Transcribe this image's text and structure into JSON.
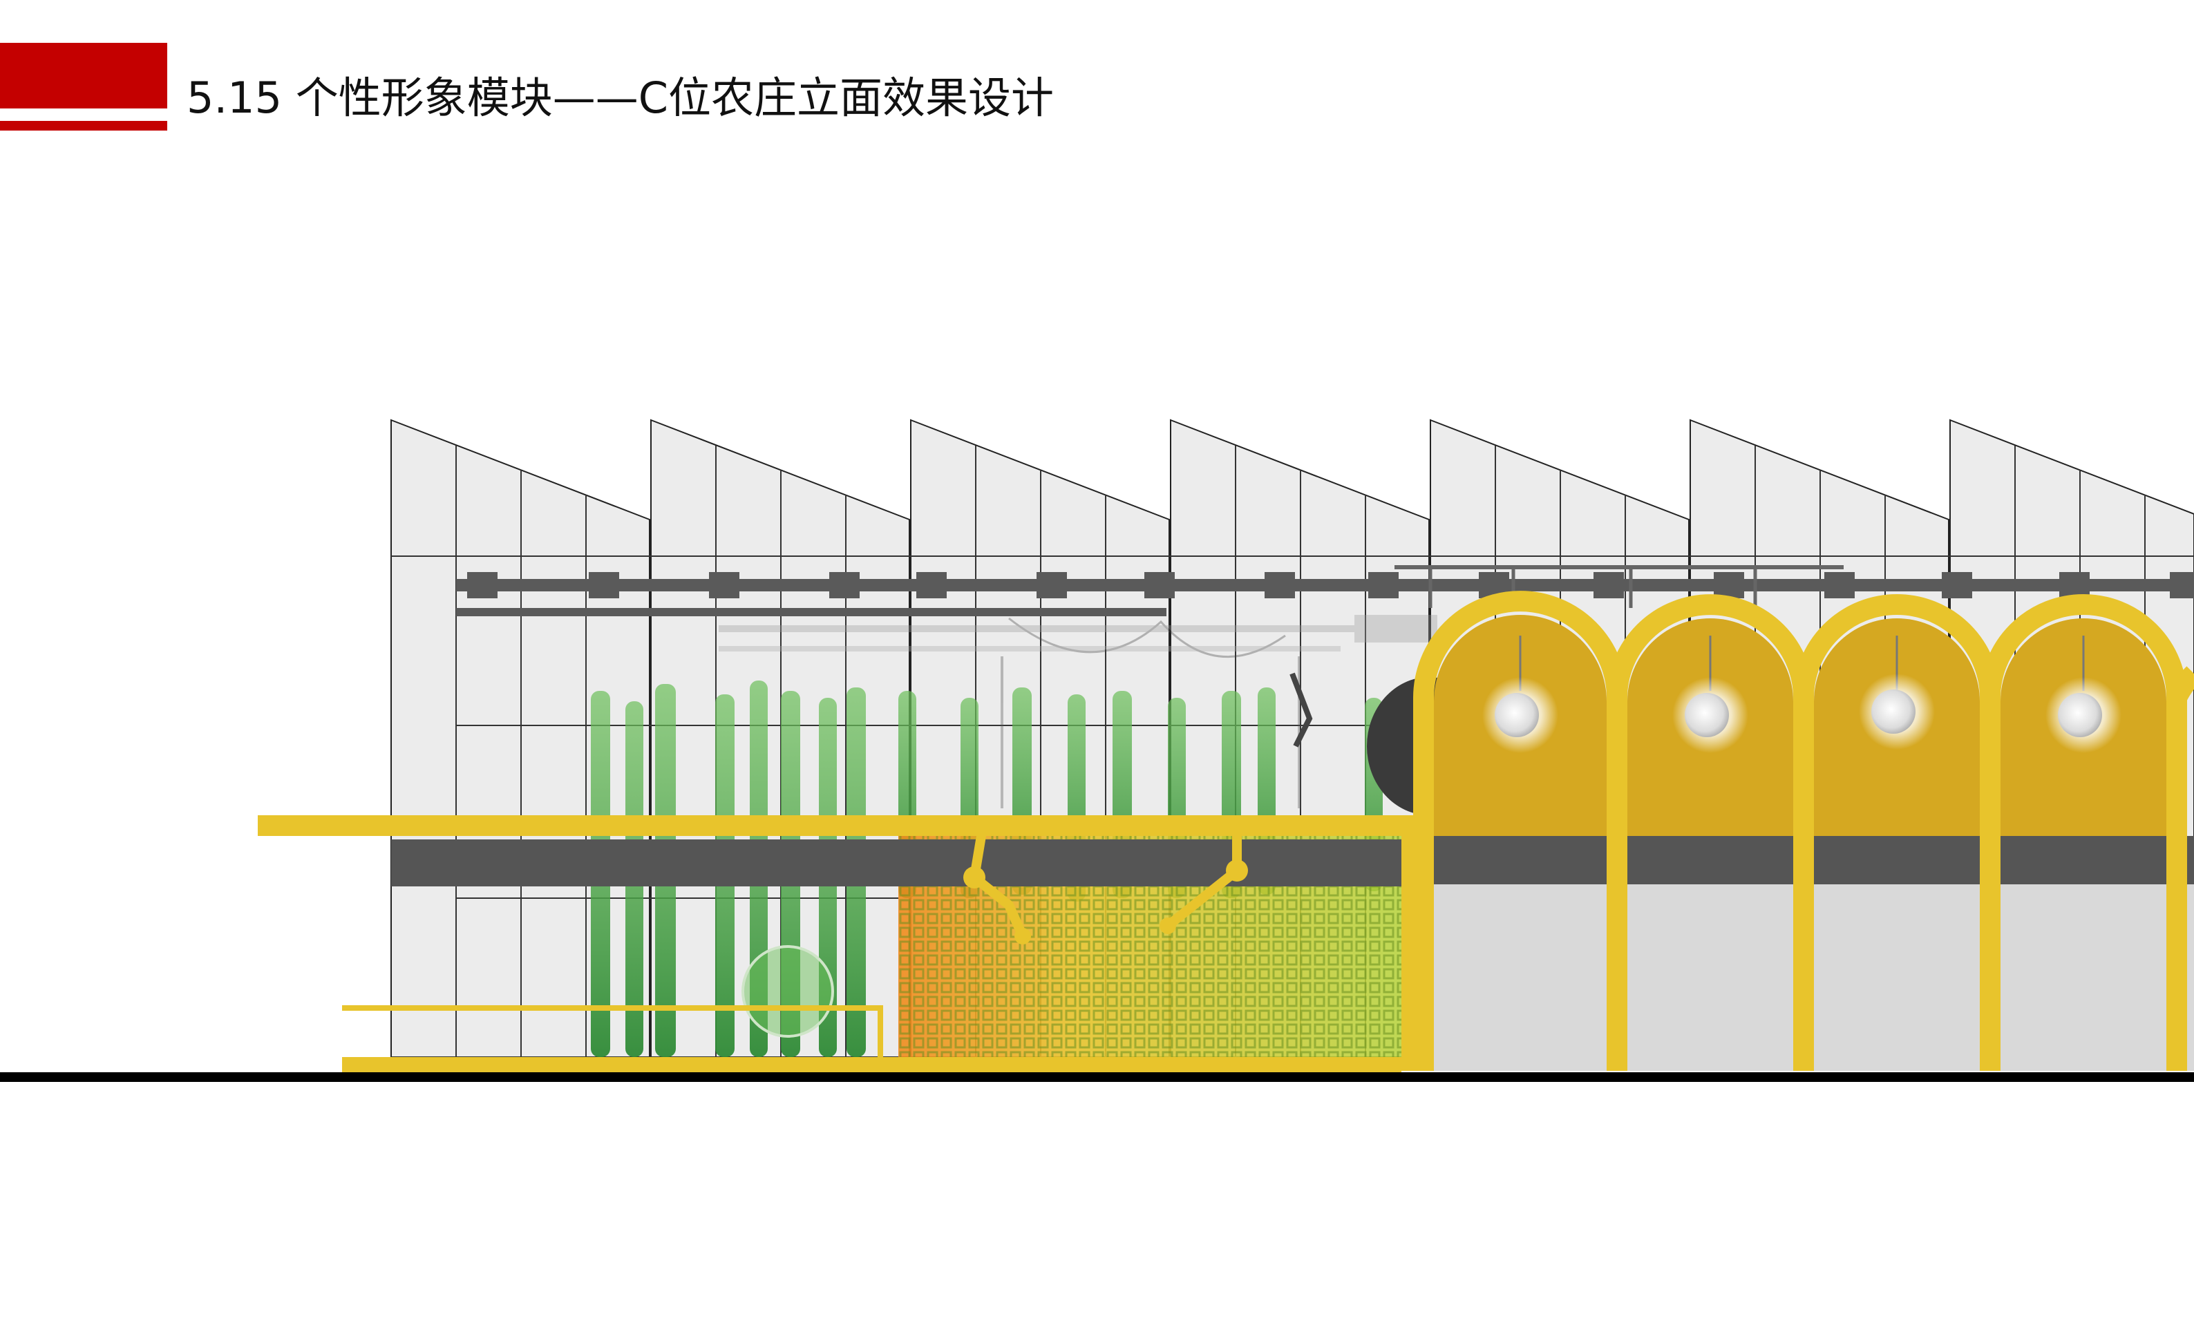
{
  "header": {
    "title": "5.15 个性形象模块——C位农庄立面效果设计"
  },
  "colors": {
    "accent_red": "#c40000",
    "arch_yellow": "#e8c42c",
    "arch_ochre": "#d5a821",
    "truss_gray": "#5a5a5a",
    "band_gray": "#555555",
    "glass_light": "#ececec",
    "greenery": "#3f9a3a",
    "ground_black": "#000000"
  },
  "drawing": {
    "subject": "facade-elevation",
    "icons": [
      "sawtooth-roof",
      "arch-bay",
      "pendant-lamp",
      "robot-arm",
      "vertical-farm-greenery"
    ]
  }
}
